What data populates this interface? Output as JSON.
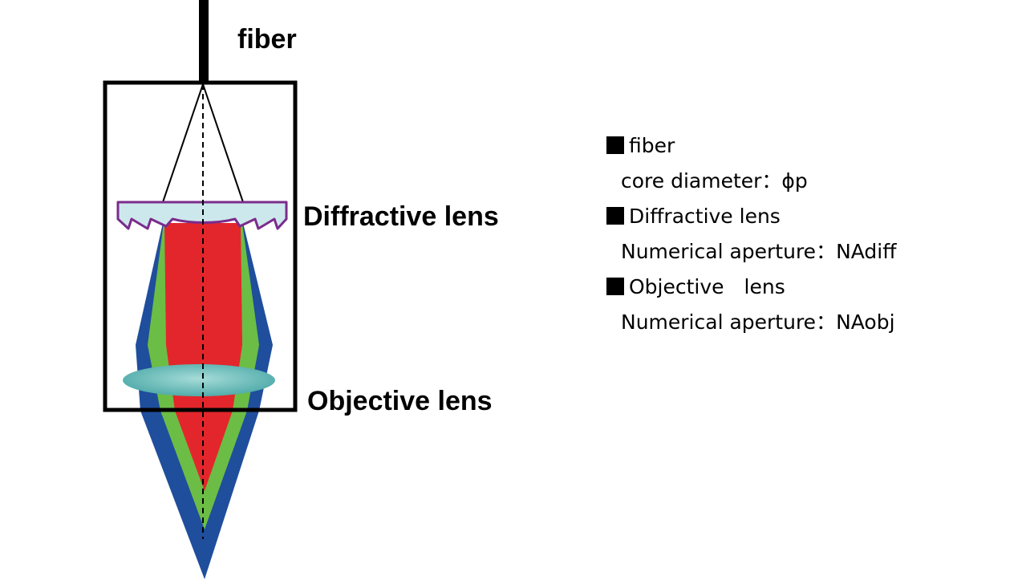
{
  "labels": {
    "fiber": "fiber",
    "diffractive_lens": "Diffractive lens",
    "objective_lens": "Objective lens"
  },
  "legend": {
    "fiber": {
      "heading": "fiber",
      "detail": "core diameter：ϕp"
    },
    "diffractive_lens": {
      "heading": "Diffractive lens",
      "detail": "Numerical aperture：NAdiff"
    },
    "objective_lens": {
      "heading": "Objective　lens",
      "detail": "Numerical aperture：NAobj"
    }
  },
  "colors": {
    "beam_blue": "#1f4e9c",
    "beam_green": "#6cbd45",
    "beam_red": "#e3262b",
    "diffractive_fill": "#cde8ec",
    "diffractive_outline": "#7b2c8c",
    "objective_fill": "#5fb7b6",
    "frame": "#000000"
  }
}
